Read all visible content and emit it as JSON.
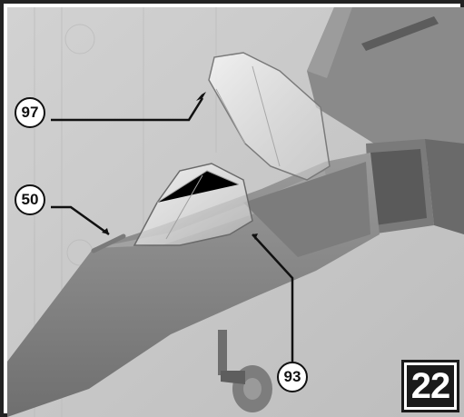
{
  "callouts": {
    "canopy_rear": "97",
    "probe": "50",
    "canopy_front": "93"
  },
  "step_number": "22",
  "colors": {
    "background_photo": "#c9c9c9",
    "model_grey": "#8d8d8d",
    "ink": "#111111"
  }
}
